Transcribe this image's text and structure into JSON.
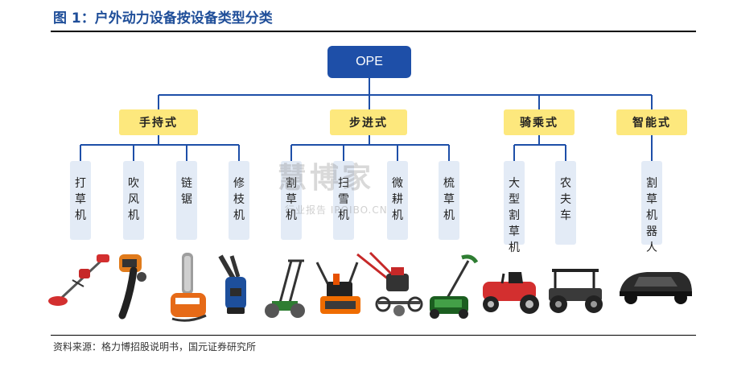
{
  "title": "图 1：户外动力设备按设备类型分类",
  "source": "资料来源：格力博招股说明书，国元证券研究所",
  "root": "OPE",
  "watermark": "慧博家",
  "watermark_sub": "行业报告 IPOIBO.CN",
  "categories": [
    {
      "label": "手持式",
      "leaves": [
        "打草机",
        "吹风机",
        "链锯",
        "修枝机"
      ]
    },
    {
      "label": "步进式",
      "leaves": [
        "割草机",
        "扫雪机",
        "微耕机",
        "梳草机"
      ]
    },
    {
      "label": "骑乘式",
      "leaves": [
        "大型割草机",
        "农夫车"
      ]
    },
    {
      "label": "智能式",
      "leaves": [
        "割草机器人"
      ]
    }
  ],
  "colors": {
    "title": "#1f4e99",
    "root": "#1e4fa8",
    "category": "#fde87d",
    "leaf": "#e3ebf6",
    "line": "#1e4fa8"
  }
}
